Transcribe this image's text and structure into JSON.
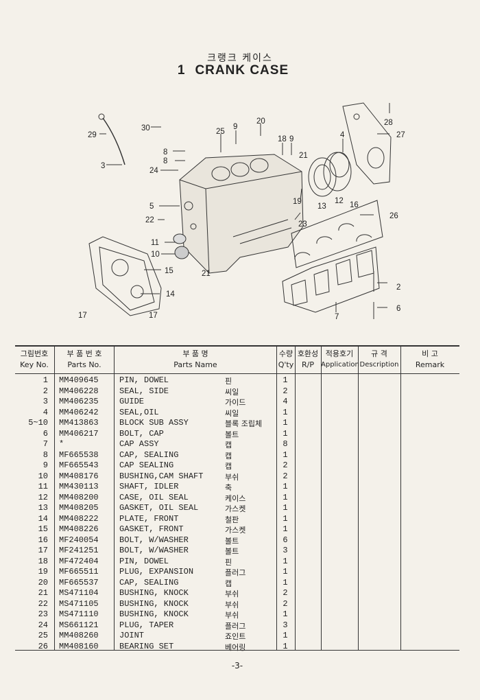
{
  "title": {
    "korean": "크랭크 케이스",
    "number": "1",
    "english": "CRANK CASE"
  },
  "diagram": {
    "callouts": [
      "29",
      "30",
      "3",
      "8",
      "8",
      "24",
      "25",
      "9",
      "20",
      "18",
      "9",
      "21",
      "4",
      "28",
      "27",
      "5",
      "22",
      "19",
      "13",
      "12",
      "16",
      "23",
      "26",
      "11",
      "10",
      "15",
      "21",
      "14",
      "17",
      "17",
      "2",
      "6",
      "7"
    ]
  },
  "table": {
    "headers": {
      "key_ko": "그림번호",
      "key_en": "Key No.",
      "part_ko": "부 품 번 호",
      "part_en": "Parts No.",
      "name_ko": "부 품 명",
      "name_en": "Parts Name",
      "qty_ko": "수량",
      "qty_en": "Q'ty",
      "rp_ko": "호환성",
      "rp_en": "R/P",
      "app_ko": "적용호기",
      "app_en": "Application",
      "desc_ko": "규 격",
      "desc_en": "Description",
      "remark_ko": "비 고",
      "remark_en": "Remark"
    },
    "rows": [
      {
        "key": "1",
        "part": "MM409645",
        "name": "PIN, DOWEL",
        "name_ko": "핀",
        "qty": "1"
      },
      {
        "key": "2",
        "part": "MM406228",
        "name": "SEAL, SIDE",
        "name_ko": "씨일",
        "qty": "2"
      },
      {
        "key": "3",
        "part": "MM406235",
        "name": "GUIDE",
        "name_ko": "가이드",
        "qty": "4"
      },
      {
        "key": "4",
        "part": "MM406242",
        "name": "SEAL,OIL",
        "name_ko": "씨일",
        "qty": "1"
      },
      {
        "key": "5~10",
        "part": "MM413863",
        "name": "BLOCK SUB ASSY",
        "name_ko": "블록 조립체",
        "qty": "1"
      },
      {
        "key": "6",
        "part": "MM406217",
        "name": "BOLT, CAP",
        "name_ko": "볼트",
        "qty": "1"
      },
      {
        "key": "7",
        "part": "*",
        "name": "CAP ASSY",
        "name_ko": "캡",
        "qty": "8"
      },
      {
        "key": "8",
        "part": "MF665538",
        "name": "CAP, SEALING",
        "name_ko": "캡",
        "qty": "1"
      },
      {
        "key": "9",
        "part": "MF665543",
        "name": "CAP SEALING",
        "name_ko": "캡",
        "qty": "2"
      },
      {
        "key": "10",
        "part": "MM408176",
        "name": "BUSHING,CAM SHAFT",
        "name_ko": "부쉬",
        "qty": "2"
      },
      {
        "key": "11",
        "part": "MM430113",
        "name": "SHAFT, IDLER",
        "name_ko": "축",
        "qty": "1"
      },
      {
        "key": "12",
        "part": "MM408200",
        "name": "CASE, OIL SEAL",
        "name_ko": "케이스",
        "qty": "1"
      },
      {
        "key": "13",
        "part": "MM408205",
        "name": "GASKET, OIL SEAL",
        "name_ko": "가스켓",
        "qty": "1"
      },
      {
        "key": "14",
        "part": "MM408222",
        "name": "PLATE, FRONT",
        "name_ko": "철판",
        "qty": "1"
      },
      {
        "key": "15",
        "part": "MM408226",
        "name": "GASKET, FRONT",
        "name_ko": "가스켓",
        "qty": "1"
      },
      {
        "key": "16",
        "part": "MF240054",
        "name": "BOLT, W/WASHER",
        "name_ko": "볼트",
        "qty": "6"
      },
      {
        "key": "17",
        "part": "MF241251",
        "name": "BOLT, W/WASHER",
        "name_ko": "볼트",
        "qty": "3"
      },
      {
        "key": "18",
        "part": "MF472404",
        "name": "PIN, DOWEL",
        "name_ko": "핀",
        "qty": "1"
      },
      {
        "key": "19",
        "part": "MF665511",
        "name": "PLUG, EXPANSION",
        "name_ko": "플러그",
        "qty": "1"
      },
      {
        "key": "20",
        "part": "MF665537",
        "name": "CAP, SEALING",
        "name_ko": "캡",
        "qty": "1"
      },
      {
        "key": "21",
        "part": "MS471104",
        "name": "BUSHING, KNOCK",
        "name_ko": "부쉬",
        "qty": "2"
      },
      {
        "key": "22",
        "part": "MS471105",
        "name": "BUSHING, KNOCK",
        "name_ko": "부쉬",
        "qty": "2"
      },
      {
        "key": "23",
        "part": "MS471110",
        "name": "BUSHING, KNOCK",
        "name_ko": "부쉬",
        "qty": "1"
      },
      {
        "key": "24",
        "part": "MS661121",
        "name": "PLUG, TAPER",
        "name_ko": "플러그",
        "qty": "3"
      },
      {
        "key": "25",
        "part": "MM408260",
        "name": "JOINT",
        "name_ko": "죠인트",
        "qty": "1"
      },
      {
        "key": "26",
        "part": "MM408160",
        "name": "BEARING SET",
        "name_ko": "베어링",
        "qty": "1"
      }
    ]
  },
  "page_number": "-3-"
}
